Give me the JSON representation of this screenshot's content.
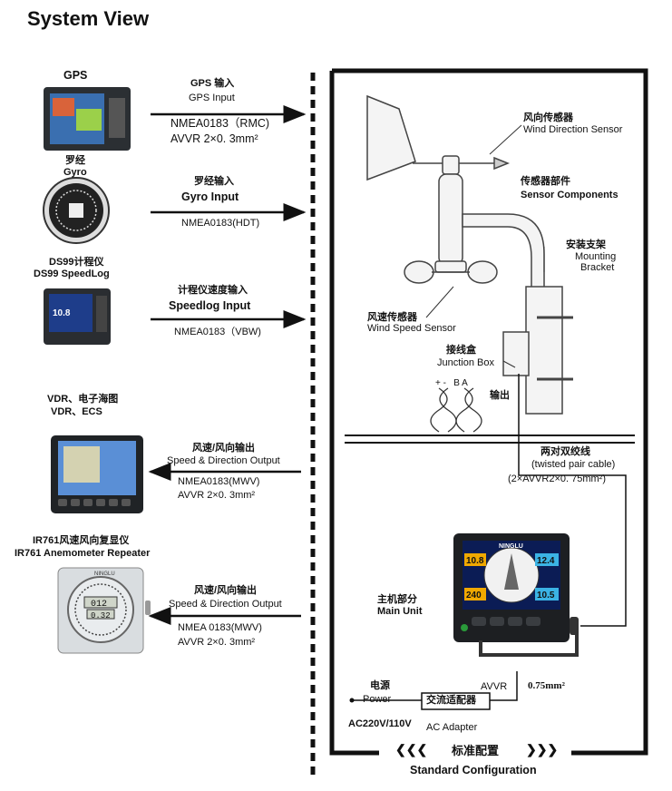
{
  "title": "System View",
  "inputs": [
    {
      "device_cn": "",
      "device_en": "GPS",
      "label_cn": "GPS 输入",
      "label_en": "GPS Input",
      "proto": "NMEA0183（RMC)",
      "cable": "AVVR 2×0. 3mm²"
    },
    {
      "device_cn": "罗经",
      "device_en": "Gyro",
      "label_cn": "罗经输入",
      "label_en": "Gyro Input",
      "proto": "NMEA0183(HDT)",
      "cable": ""
    },
    {
      "device_cn": "DS99计程仪",
      "device_en": "DS99 SpeedLog",
      "label_cn": "计程仪速度输入",
      "label_en": "Speedlog Input",
      "proto": "NMEA0183（VBW)",
      "cable": ""
    }
  ],
  "outputs": [
    {
      "device_cn": "VDR、电子海图",
      "device_en": "VDR、ECS",
      "label_cn": "风速/风向输出",
      "label_en": "Speed & Direction Output",
      "proto": "NMEA0183(MWV)",
      "cable": "AVVR 2×0. 3mm²"
    },
    {
      "device_cn": "IR761风速风向复显仪",
      "device_en": "IR761 Anemometer Repeater",
      "label_cn": "风速/风向输出",
      "label_en": "Speed & Direction Output",
      "proto": "NMEA 0183(MWV)",
      "cable": "AVVR 2×0. 3mm²"
    }
  ],
  "sensor": {
    "wind_dir_cn": "风向传感器",
    "wind_dir_en": "Wind Direction Sensor",
    "components_cn": "传感器部件",
    "components_en": "Sensor Components",
    "bracket_cn": "安装支架",
    "bracket_en1": "Mounting",
    "bracket_en2": "Bracket",
    "wind_speed_cn": "风速传感器",
    "wind_speed_en": "Wind Speed Sensor",
    "junction_cn": "接线盒",
    "junction_en": "Junction Box",
    "terminals": "+ -   B A",
    "output_cn": "输出"
  },
  "cable": {
    "cn": "两对双绞线",
    "en": "(twisted pair cable)",
    "spec": "(2×AVVR2×0. 75mm²)"
  },
  "main_unit": {
    "cn": "主机部分",
    "en": "Main Unit",
    "brand": "NINGLU",
    "readouts": [
      "10.8",
      "12.4",
      "240",
      "10.5"
    ]
  },
  "repeater": {
    "brand": "NINGLU",
    "readouts": [
      "012",
      "0.32"
    ]
  },
  "power": {
    "cn": "电源",
    "en": "Power",
    "ac": "AC220V/110V",
    "adapter_cn": "交流适配器",
    "adapter_en": "AC Adapter",
    "avvr": "AVVR",
    "mm": "0.75mm²"
  },
  "standard": {
    "cn": "标准配置",
    "en": "Standard Configuration",
    "arrows_left": "❮❮❮",
    "arrows_right": "❯❯❯"
  },
  "ds99_screen": "10.8"
}
